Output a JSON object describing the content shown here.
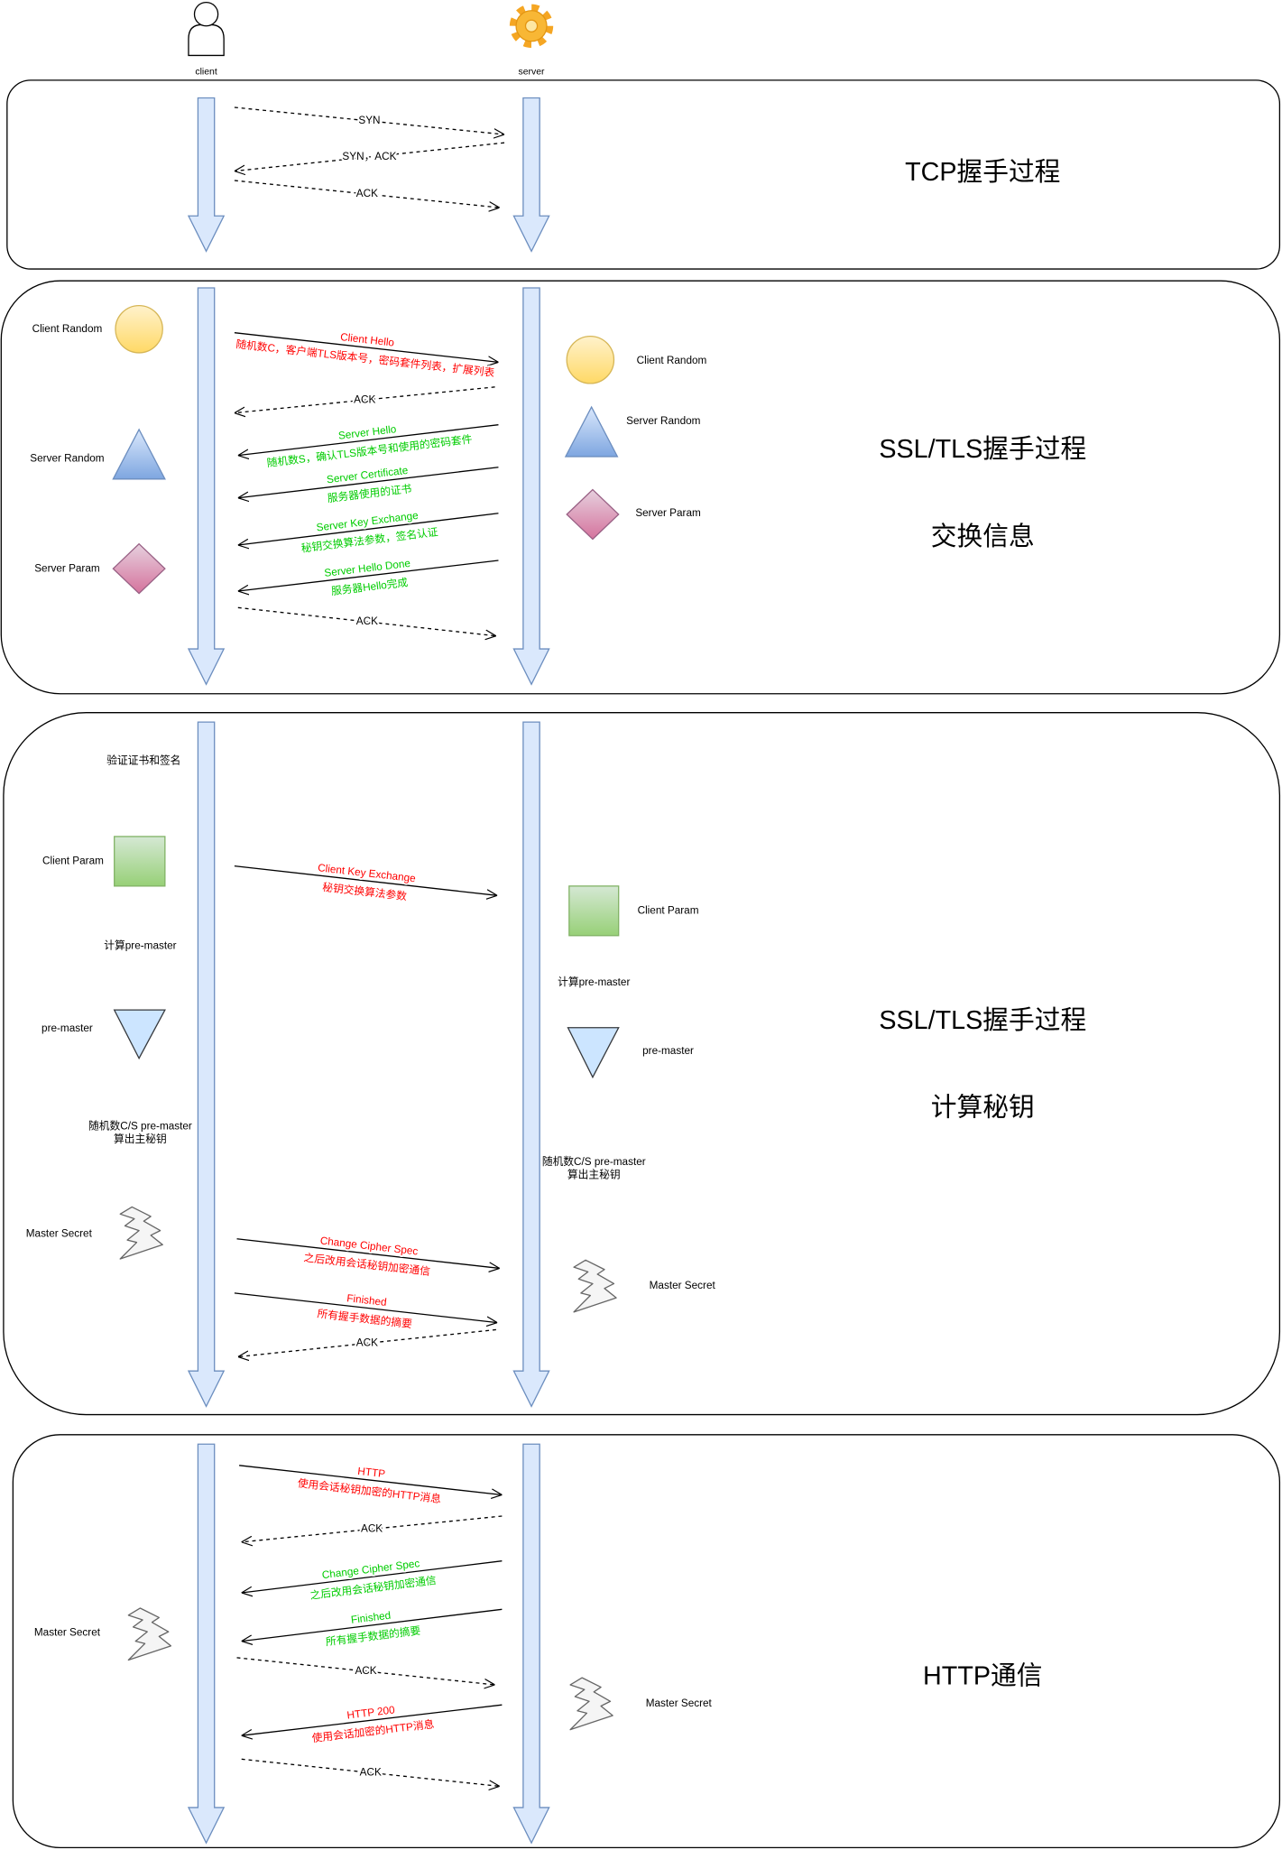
{
  "actors": {
    "client": "client",
    "server": "server"
  },
  "tcp": {
    "title": "TCP握手过程",
    "messages": [
      {
        "label": "SYN"
      },
      {
        "label": "SYN，ACK"
      },
      {
        "label": "ACK"
      }
    ]
  },
  "exchange": {
    "title": "SSL/TLS握手过程",
    "subtitle": "交换信息",
    "client_side": {
      "client_random": "Client Random",
      "server_random": "Server Random",
      "server_param": "Server Param"
    },
    "server_side": {
      "client_random": "Client Random",
      "server_random": "Server Random",
      "server_param": "Server Param"
    },
    "messages": [
      {
        "label": "Client Hello",
        "detail": "随机数C，客户端TLS版本号，密码套件列表，扩展列表",
        "color": "#ff0000"
      },
      {
        "label": "ACK"
      },
      {
        "label": "Server Hello",
        "detail": "随机数S，确认TLS版本号和使用的密码套件",
        "color": "#00cc00"
      },
      {
        "label": "Server Certificate",
        "detail": "服务器使用的证书",
        "color": "#00cc00"
      },
      {
        "label": "Server Key Exchange",
        "detail": "秘钥交换算法参数，签名认证",
        "color": "#00cc00"
      },
      {
        "label": "Server Hello Done",
        "detail": "服务器Hello完成",
        "color": "#00cc00"
      },
      {
        "label": "ACK"
      }
    ]
  },
  "keys": {
    "title": "SSL/TLS握手过程",
    "subtitle": "计算秘钥",
    "client_side": {
      "verify": "验证证书和签名",
      "client_param": "Client Param",
      "compute_pre_master": "计算pre-master",
      "pre_master": "pre-master",
      "derive_line1": "随机数C/S pre-master",
      "derive_line2": "算出主秘钥",
      "master_secret": "Master Secret"
    },
    "server_side": {
      "client_param": "Client Param",
      "compute_pre_master": "计算pre-master",
      "pre_master": "pre-master",
      "derive_line1": "随机数C/S pre-master",
      "derive_line2": "算出主秘钥",
      "master_secret": "Master Secret"
    },
    "messages": [
      {
        "label": "Client Key Exchange",
        "detail": "秘钥交换算法参数",
        "color": "#ff0000"
      },
      {
        "label": "Change Cipher Spec",
        "detail": "之后改用会话秘钥加密通信",
        "color": "#ff0000"
      },
      {
        "label": "Finished",
        "detail": "所有握手数据的摘要",
        "color": "#ff0000"
      },
      {
        "label": "ACK"
      }
    ]
  },
  "http": {
    "title": "HTTP通信",
    "client_side": {
      "master_secret": "Master Secret"
    },
    "server_side": {
      "master_secret": "Master Secret"
    },
    "messages": [
      {
        "label": "HTTP",
        "detail": "使用会话秘钥加密的HTTP消息",
        "color": "#ff0000"
      },
      {
        "label": "ACK"
      },
      {
        "label": "Change Cipher Spec",
        "detail": "之后改用会话秘钥加密通信",
        "color": "#00cc00"
      },
      {
        "label": "Finished",
        "detail": "所有握手数据的摘要",
        "color": "#00cc00"
      },
      {
        "label": "ACK"
      },
      {
        "label": "HTTP 200",
        "detail": "使用会话加密的HTTP消息",
        "color": "#ff0000"
      },
      {
        "label": "ACK"
      }
    ]
  }
}
